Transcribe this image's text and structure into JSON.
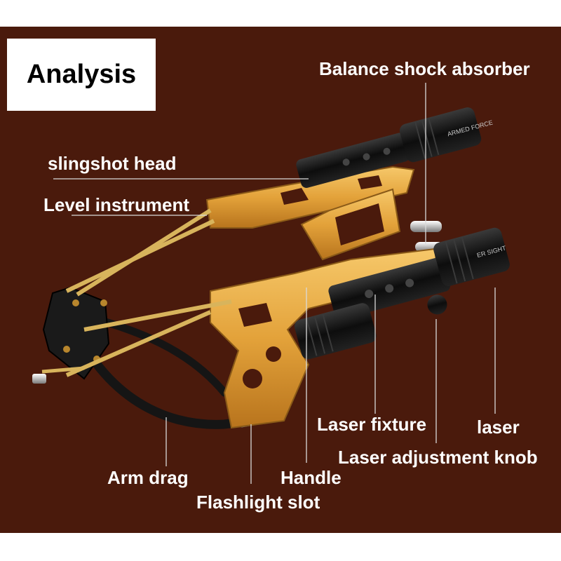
{
  "title": "Analysis",
  "labels": {
    "balance_shock_absorber": "Balance shock absorber",
    "slingshot_head": "slingshot head",
    "level_instrument": "Level instrument",
    "laser_fixture": "Laser fixture",
    "laser": "laser",
    "laser_adjustment_knob": "Laser adjustment knob",
    "arm_drag": "Arm drag",
    "handle": "Handle",
    "flashlight_slot": "Flashlight slot"
  },
  "device_markings": {
    "upper_laser_text": "ARMED FORCE",
    "lower_laser_text": "ER SIGHT"
  },
  "colors": {
    "background": "#4a1a0c",
    "frame": "#e3a23a",
    "bands": "#d8b45c",
    "laser_body": "#111111",
    "label_text": "#ffffff"
  }
}
